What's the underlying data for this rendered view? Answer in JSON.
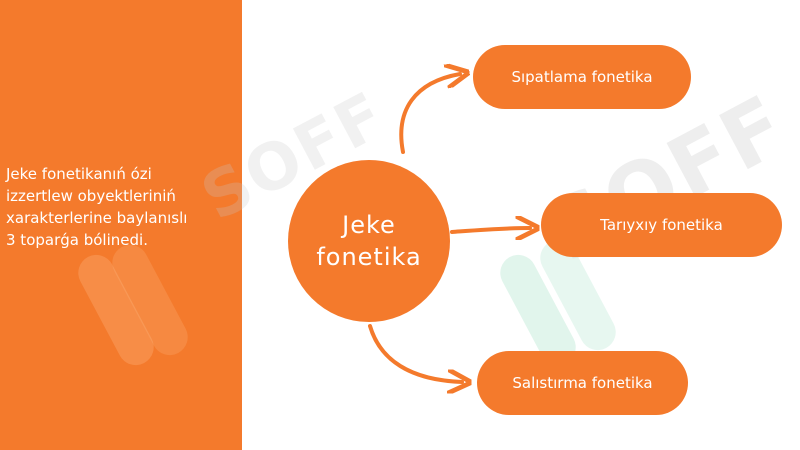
{
  "left_panel": {
    "text_lines": [
      "Jeke fonetikanıń ózi",
      "izzertlew obyektleriniń",
      "xarakterlerine baylanıslı",
      "3 toparǵa bólinedi."
    ]
  },
  "diagram": {
    "center": {
      "line1": "Jeke",
      "line2": "fonetika"
    },
    "branches": [
      {
        "label": "Sıpatlama fonetika"
      },
      {
        "label": "Tarıyxıy fonetika"
      },
      {
        "label": "Salıstırma fonetika"
      }
    ]
  },
  "watermark": {
    "text": "SOFF"
  },
  "colors": {
    "accent": "#f47a2c",
    "text_on_accent": "#ffffff",
    "background": "#ffffff"
  }
}
